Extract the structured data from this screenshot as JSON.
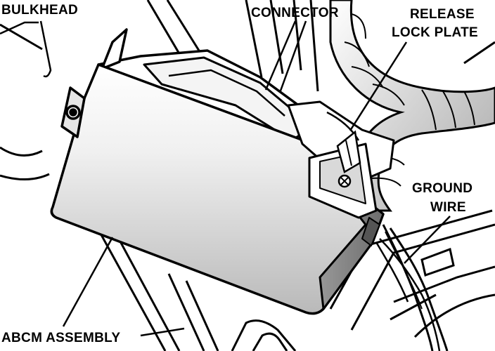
{
  "labels": {
    "bulkhead": "BULKHEAD",
    "connector": "CONNECTOR",
    "release_lock_plate_line1": "RELEASE",
    "release_lock_plate_line2": "LOCK PLATE",
    "ground_wire_line1": "GROUND",
    "ground_wire_line2": "WIRE",
    "abcm_assembly": "ABCM ASSEMBLY"
  },
  "colors": {
    "ink": "#000000",
    "paper": "#ffffff",
    "module_shade": "#c8c8c8"
  }
}
